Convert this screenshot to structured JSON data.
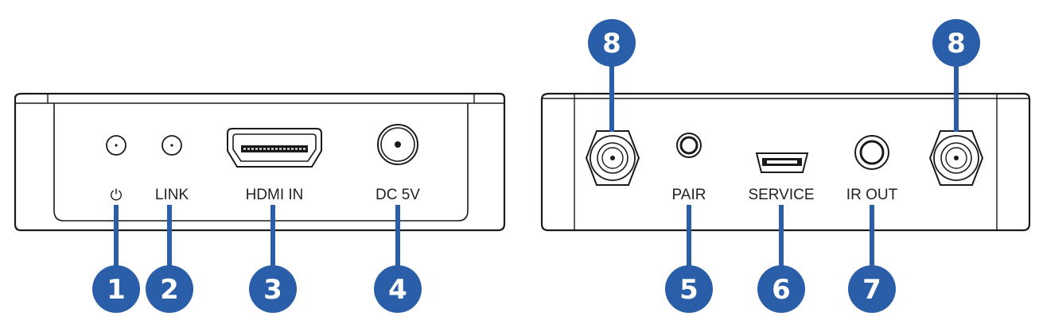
{
  "accent_color": "#2a5ea8",
  "front_panel": {
    "power_label": "⏻",
    "link_label": "LINK",
    "hdmi_label": "HDMI IN",
    "dc_label": "DC 5V"
  },
  "rear_panel": {
    "pair_label": "PAIR",
    "service_label": "SERVICE",
    "irout_label": "IR OUT"
  },
  "callouts": {
    "c1": "1",
    "c2": "2",
    "c3": "3",
    "c4": "4",
    "c5": "5",
    "c6": "6",
    "c7": "7",
    "c8_left": "8",
    "c8_right": "8"
  }
}
